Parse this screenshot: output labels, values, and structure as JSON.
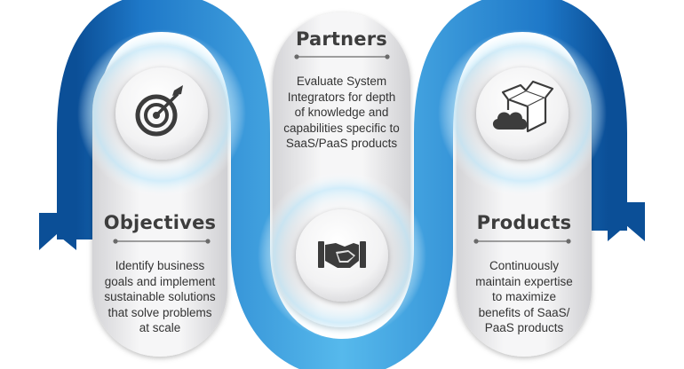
{
  "colors": {
    "ribbon_dark": "#0d5aa6",
    "ribbon_mid": "#2f8fd8",
    "ribbon_light": "#7fd0f3",
    "pill_light": "#f4f4f5",
    "pill_shadow": "#c9c9cc",
    "icon_dark": "#3c3c3c"
  },
  "cards": [
    {
      "id": "objectives",
      "title": "Objectives",
      "icon": "target-icon",
      "description": [
        "Identify business",
        "goals and implement",
        "sustainable solutions",
        "that solve problems",
        "at scale"
      ]
    },
    {
      "id": "partners",
      "title": "Partners",
      "icon": "handshake-icon",
      "description": [
        "Evaluate System",
        "Integrators for depth",
        "of knowledge and",
        "capabilities specific to",
        "SaaS/PaaS products"
      ]
    },
    {
      "id": "products",
      "title": "Products",
      "icon": "cloud-box-icon",
      "description": [
        "Continuously",
        "maintain expertise",
        "to maximize",
        "benefits of SaaS/",
        "PaaS products"
      ]
    }
  ]
}
